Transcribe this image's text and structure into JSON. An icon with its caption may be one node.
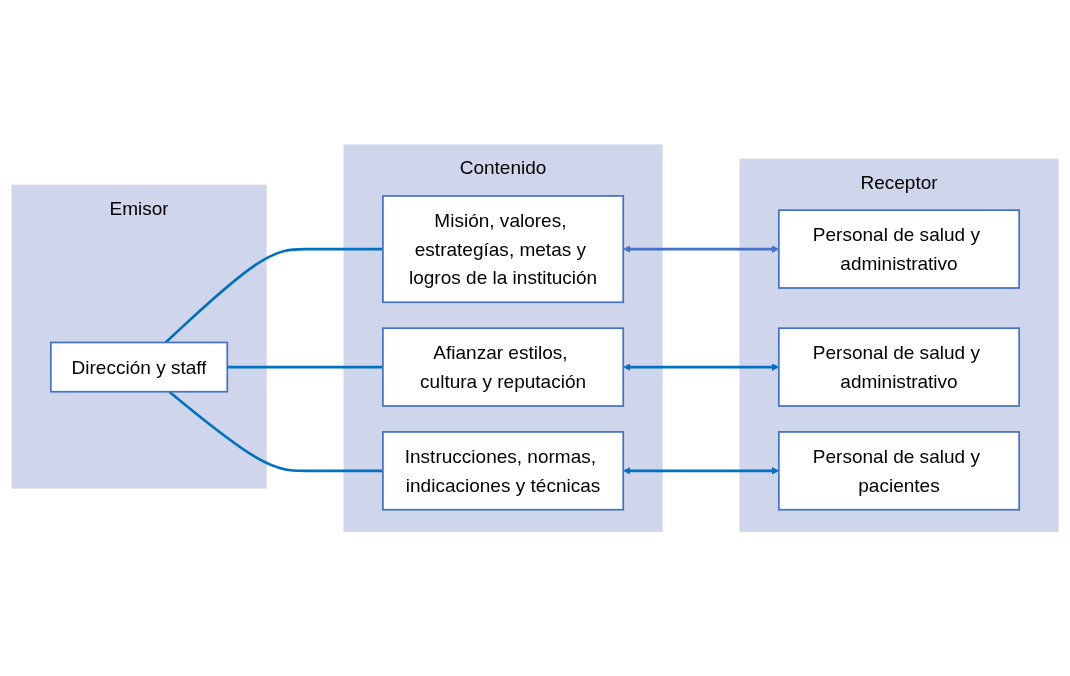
{
  "diagram": {
    "nodes": [
      {
        "text": [
          "Emisor"
        ]
      },
      {
        "text": [
          "Dirección y staff"
        ],
        "in": 0
      },
      {
        "text": [
          "Contenido"
        ]
      },
      {
        "text": [
          "Misión, valores, estrategías, metas y logros de la institución"
        ],
        "in": 2
      },
      {
        "text": [
          "Afianzar estilos, cultura y reputación"
        ],
        "in": 2
      },
      {
        "text": [
          "Instrucciones, normas, indicaciones y técnicas"
        ],
        "in": 2
      },
      {
        "text": [
          "Receptor"
        ]
      },
      {
        "text": [
          "Personal de salud y administrativo"
        ],
        "in": 6
      },
      {
        "text": [
          "Personal de salud y administrativo"
        ],
        "in": 6
      },
      {
        "text": [
          "Personal de salud y pacientes"
        ],
        "in": 6
      }
    ],
    "edges": [
      {
        "from": 1,
        "to": 3,
        "arrow": "none"
      },
      {
        "from": 1,
        "to": 4,
        "arrow": "none"
      },
      {
        "from": 1,
        "to": 5,
        "arrow": "none"
      },
      {
        "from": 3,
        "to": 7,
        "arrow": "both",
        "color": "#4472c4"
      },
      {
        "from": 4,
        "to": 8,
        "arrow": "both"
      },
      {
        "from": 5,
        "to": 9,
        "arrow": "both"
      }
    ]
  }
}
